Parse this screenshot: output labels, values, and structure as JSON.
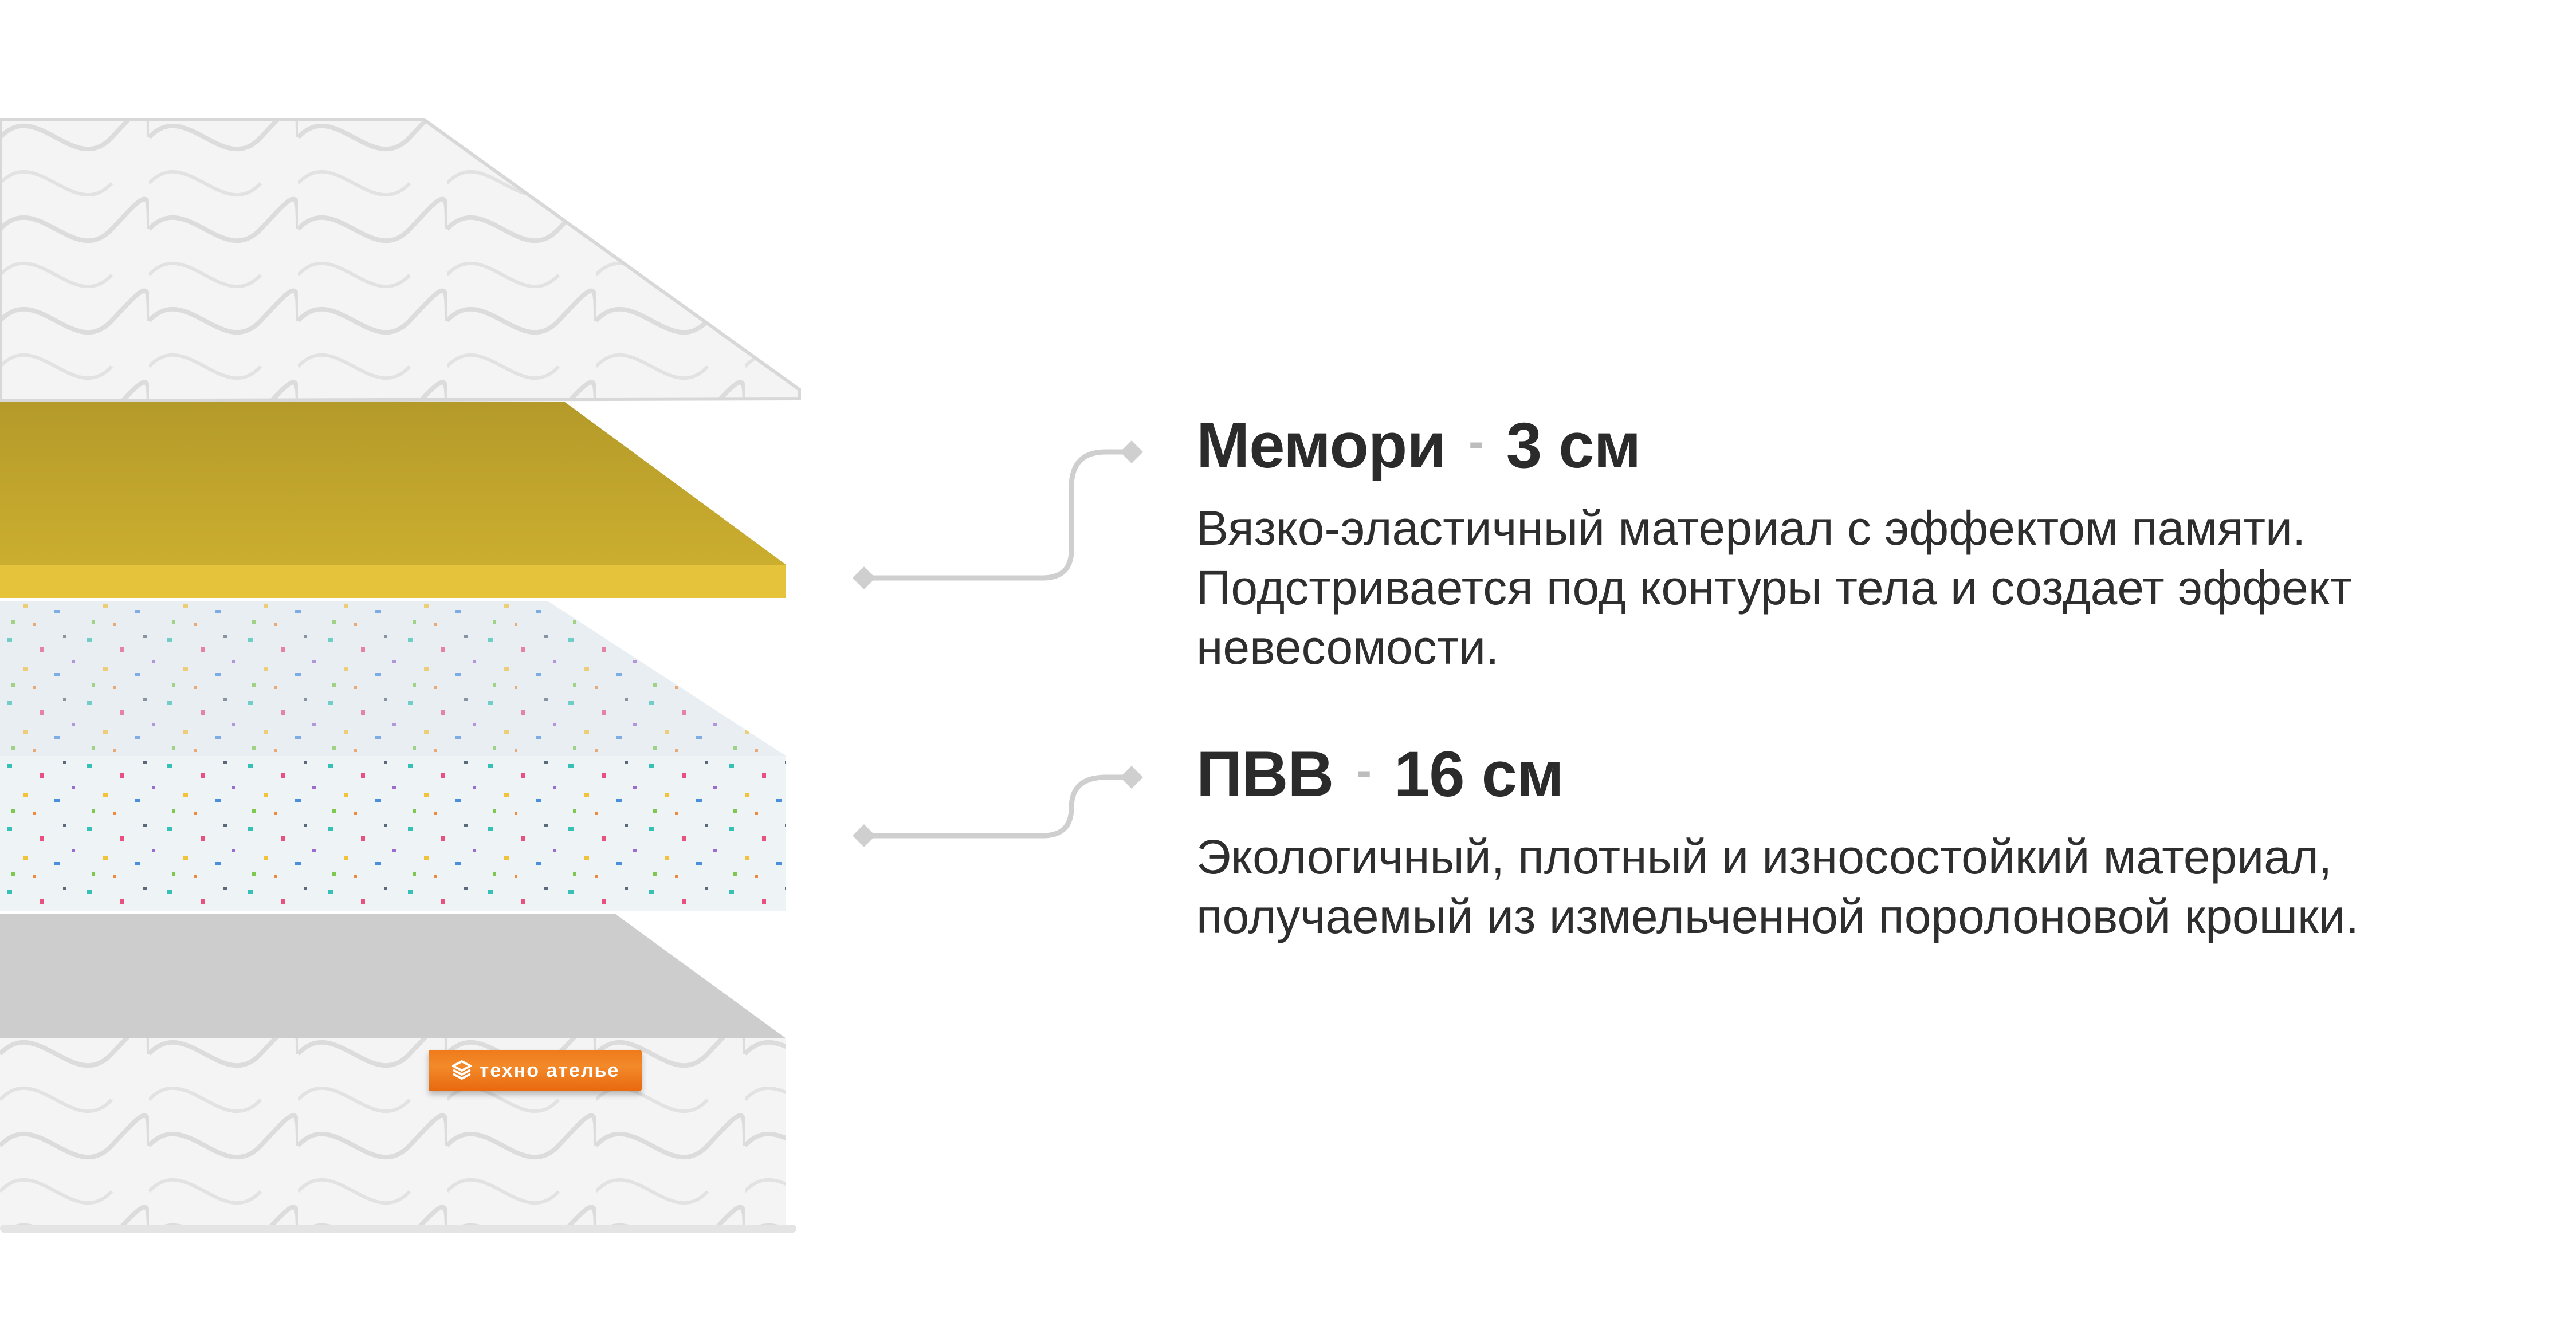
{
  "layers": [
    {
      "name": "Мемори",
      "dash": "-",
      "thickness": "3 см",
      "description_lines": [
        "Вязко-эластичный материал с эффектом памяти.",
        "Подстривается под контуры тела и создает эффект",
        "невесомости."
      ],
      "color": "#c9ac2c"
    },
    {
      "name": "ПВВ",
      "dash": "-",
      "thickness": "16 см",
      "description_lines": [
        "Экологичный, плотный и износостойкий материал,",
        "получаемый из измельченной поролоновой крошки."
      ],
      "color": "#eef3f6"
    }
  ],
  "brand_tag": {
    "label": "техно ателье",
    "icon": "stacked-layers-logo-icon",
    "color": "#f07a1a"
  }
}
